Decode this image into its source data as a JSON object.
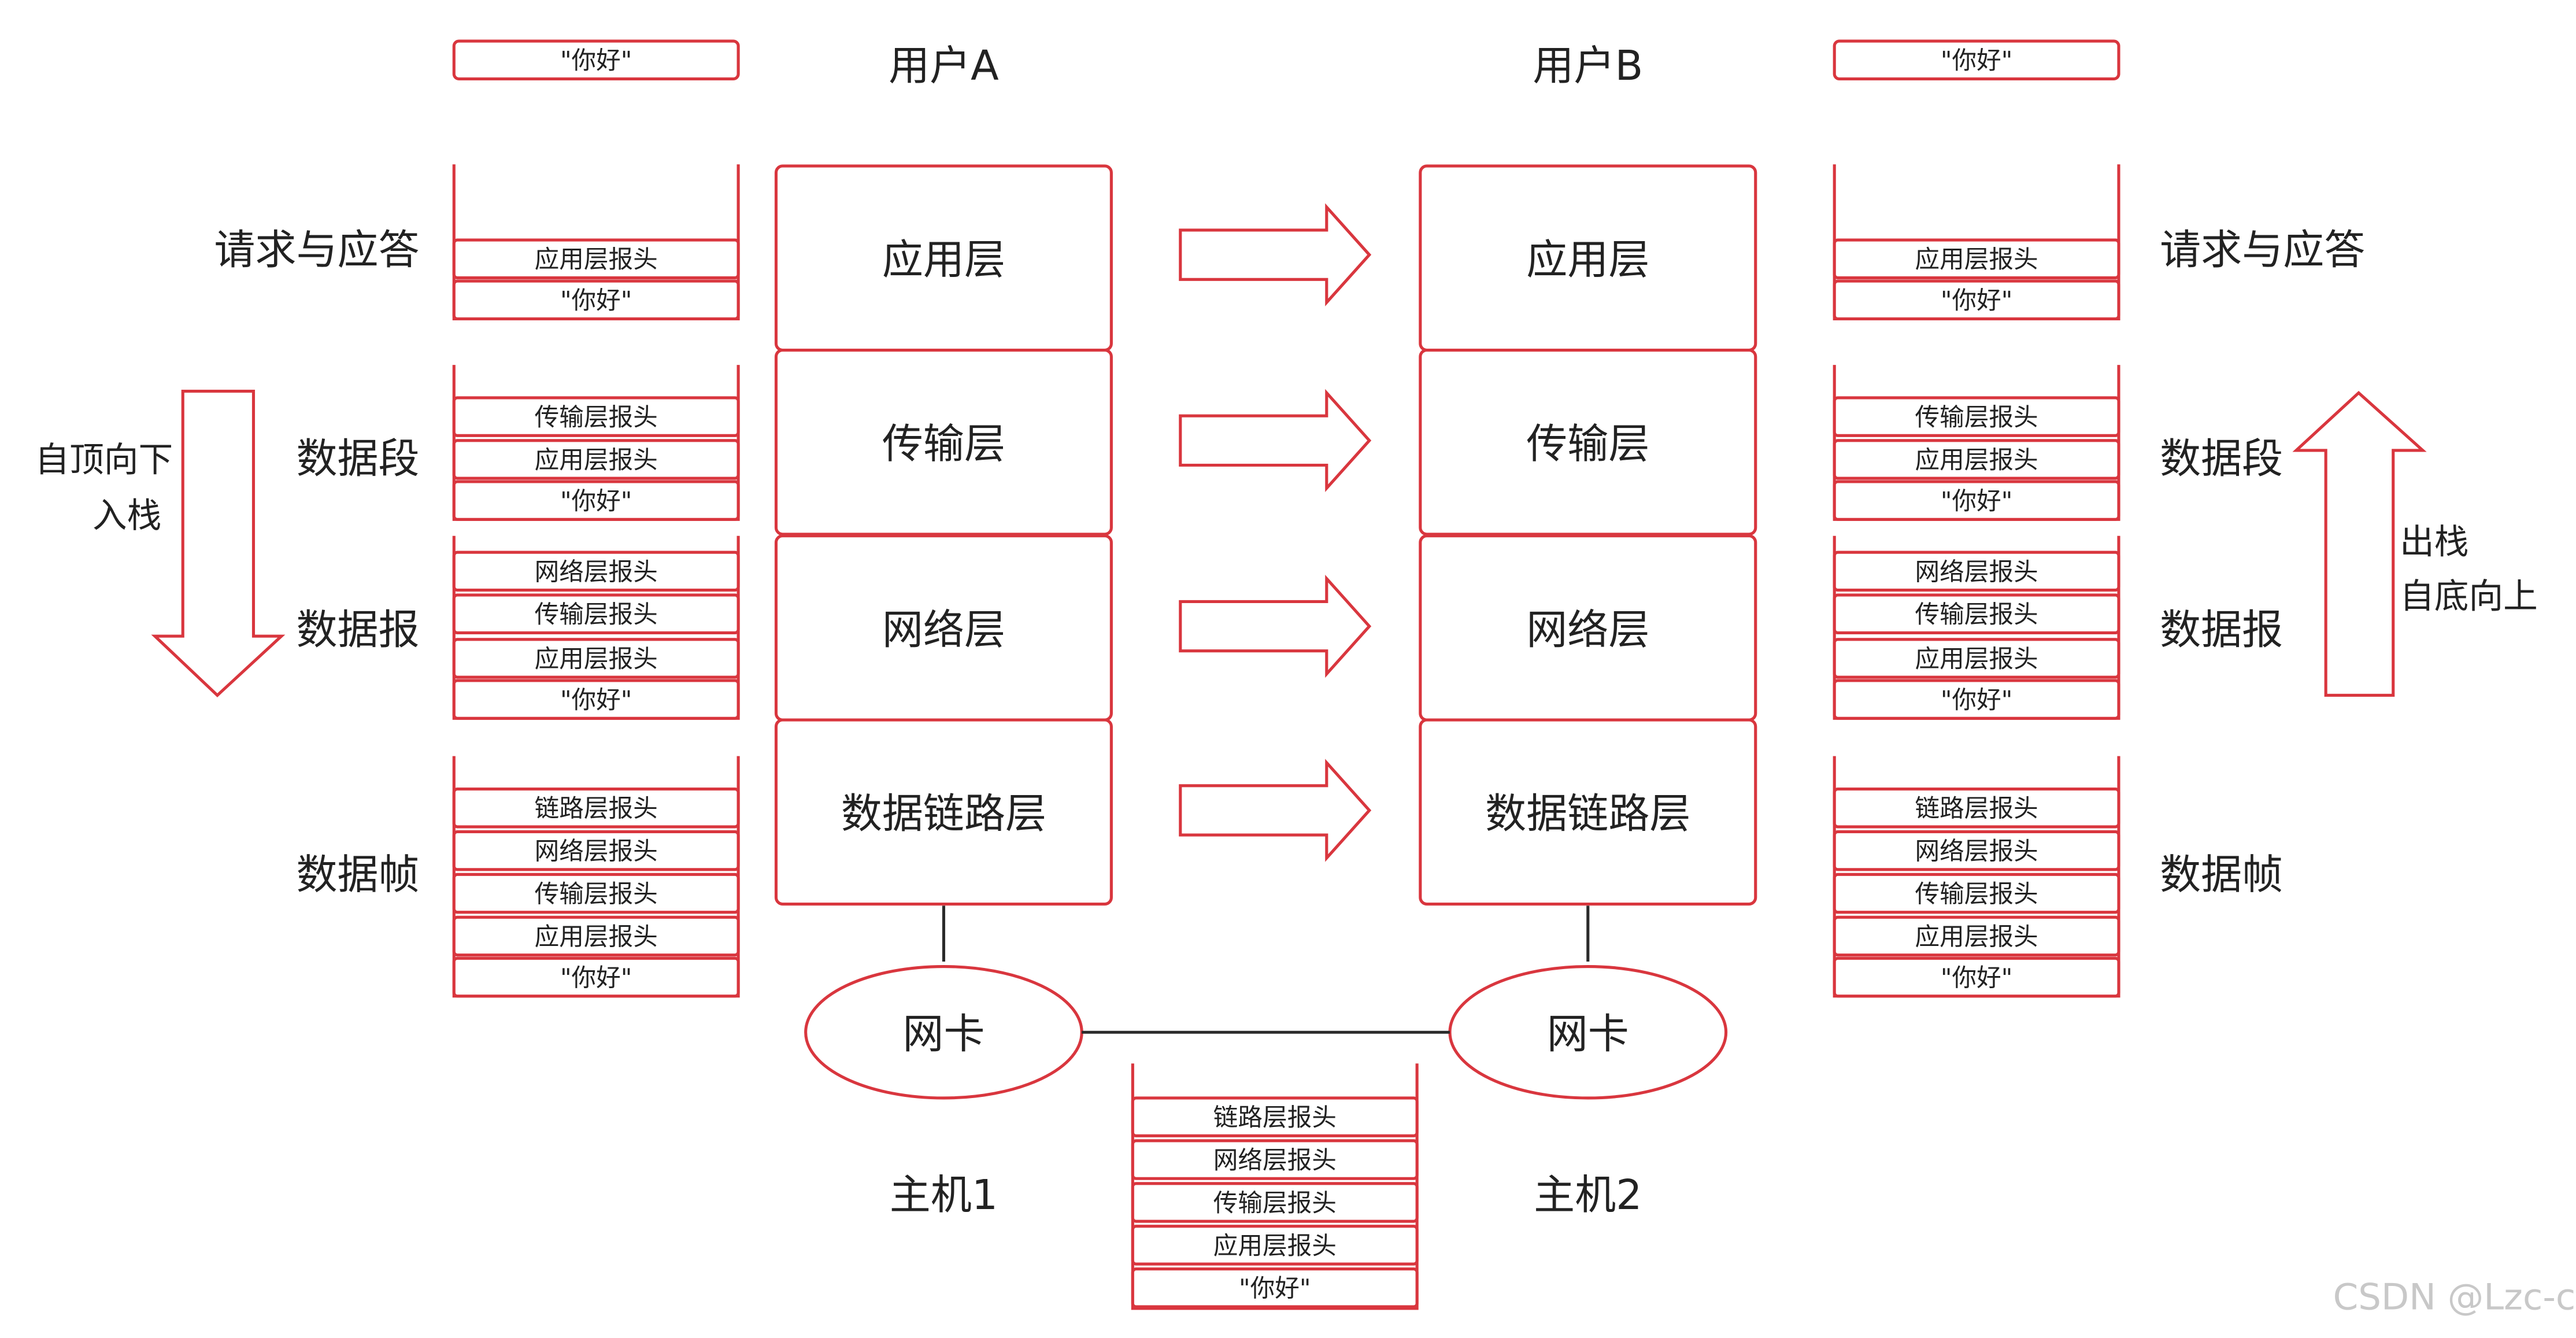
{
  "colors": {
    "accent": "#d9363e",
    "line": "#2a2a2a",
    "text": "#222222",
    "watermark": "#c8c8c8"
  },
  "hosts": [
    {
      "user": "用户A",
      "host": "主机1",
      "nic": "网卡"
    },
    {
      "user": "用户B",
      "host": "主机2",
      "nic": "网卡"
    }
  ],
  "layers": [
    "应用层",
    "传输层",
    "网络层",
    "数据链路层"
  ],
  "unit_names": [
    "请求与应答",
    "数据段",
    "数据报",
    "数据帧"
  ],
  "payload": "\"你好\"",
  "headers": {
    "app": "应用层报头",
    "transport": "传输层报头",
    "network": "网络层报头",
    "link": "链路层报头"
  },
  "direction": {
    "left": {
      "line1": "自顶向下",
      "line2": "入栈"
    },
    "right": {
      "line1": "出栈",
      "line2": "自底向上"
    }
  },
  "watermark": "CSDN @Lzc-c"
}
